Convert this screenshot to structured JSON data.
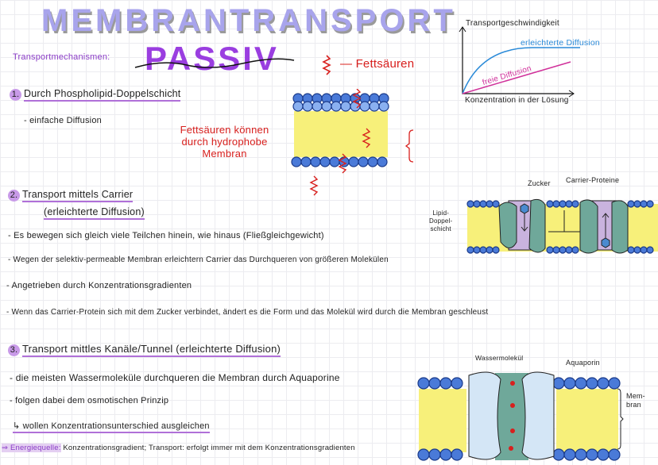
{
  "title": "MEMBRANTRANSPORT",
  "mechanisms_label": "Transportmechanismen:",
  "passiv": "PASSIV",
  "fatty_acid_legend": "— Fettsäuren",
  "graph": {
    "y_label": "Transportgeschwindigkeit",
    "x_label": "Konzentration in der Lösung",
    "series": [
      {
        "name": "erleichterte Diffusion",
        "color": "#2a8ad8"
      },
      {
        "name": "freie Diffusion",
        "color": "#d0309a"
      }
    ]
  },
  "section1": {
    "num": "1.",
    "title": "Durch Phospholipid-Doppelschicht",
    "bullet": "- einfache Diffusion",
    "note": [
      "Fettsäuren können",
      "durch hydrophobe",
      "Membran"
    ]
  },
  "section2": {
    "num": "2.",
    "title": "Transport mittels Carrier",
    "subtitle": "(erleichterte Diffusion)",
    "bullets": [
      "- Es bewegen sich gleich viele Teilchen hinein, wie hinaus (Fließgleichgewicht)",
      "- Wegen der selektiv-permeable Membran erleichtern Carrier das Durchqueren von größeren Molekülen",
      "- Angetrieben durch Konzentrationsgradienten",
      "- Wenn das Carrier-Protein sich mit dem Zucker verbindet, ändert es die Form und das Molekül wird durch die Membran geschleust"
    ],
    "labels": {
      "zucker": "Zucker",
      "carrier": "Carrier-Proteine",
      "lipid": [
        "Lipid-",
        "Doppel-",
        "schicht"
      ]
    }
  },
  "section3": {
    "num": "3.",
    "title": "Transport mittles Kanäle/Tunnel (erleichterte Diffusion)",
    "bullets": [
      "- die meisten Wassermoleküle durchqueren die Membran durch Aquaporine",
      "- folgen dabei dem osmotischen Prinzip",
      "↳ wollen Konzentrationsunterschied ausgleichen"
    ],
    "energy_label": "⇒ Energiequelle:",
    "energy_text": "Konzentrationsgradient; Transport: erfolgt immer mit dem Konzentrationsgradienten",
    "labels": {
      "water": "Wassermolekül",
      "aquaporin": "Aquaporin",
      "membran": [
        "Mem-",
        "bran"
      ]
    }
  }
}
